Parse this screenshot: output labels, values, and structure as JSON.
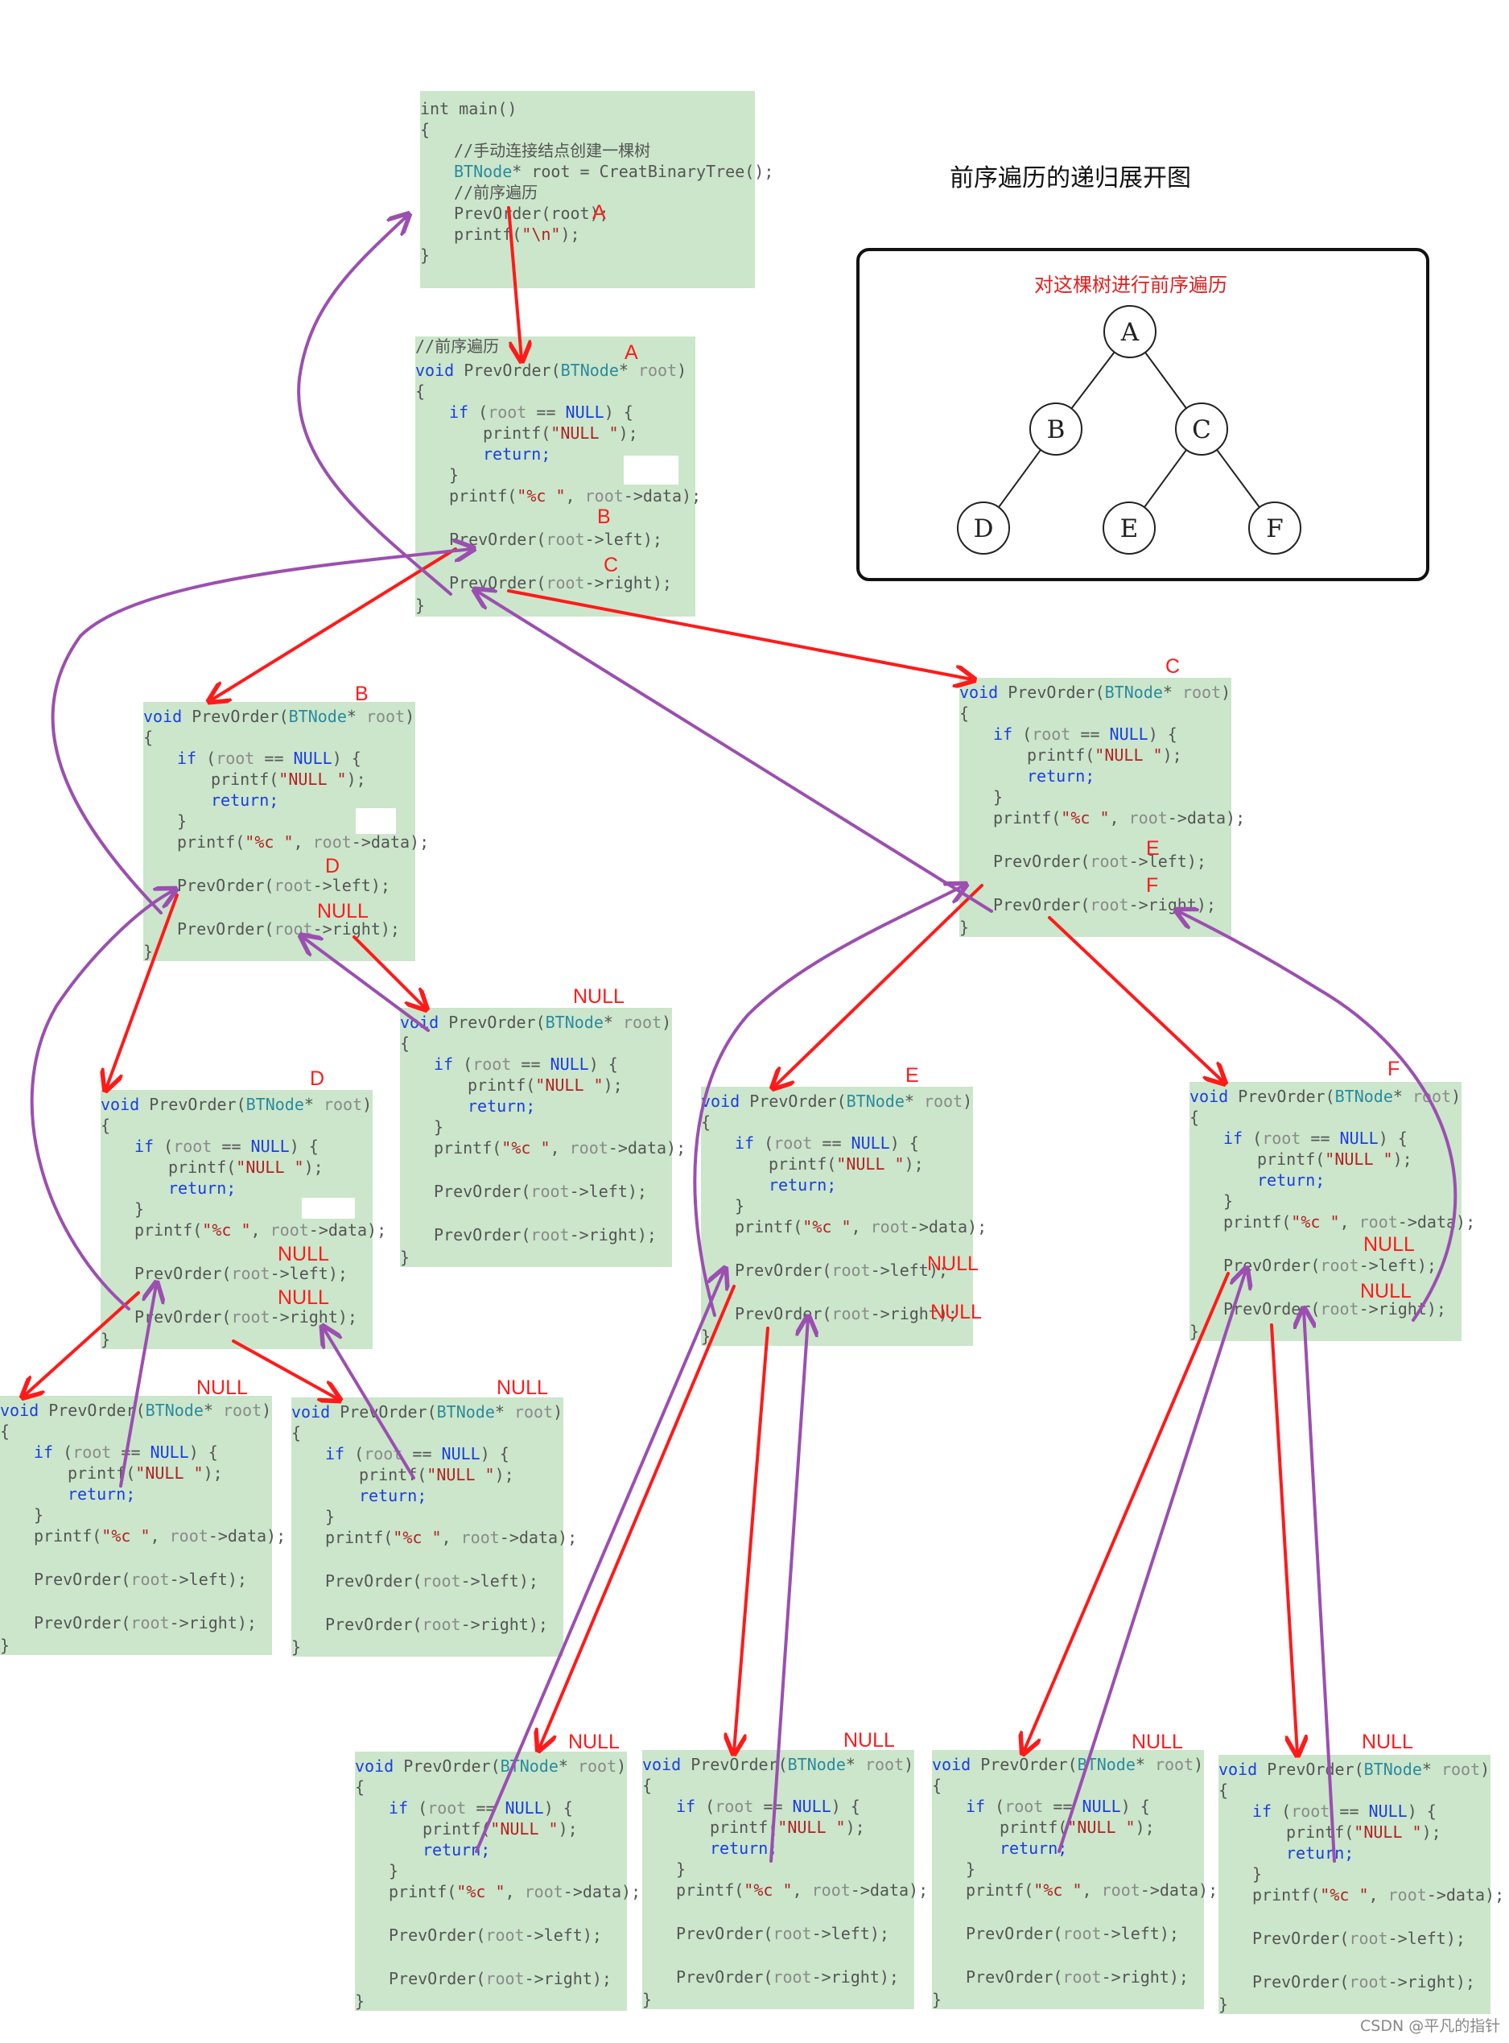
{
  "title": "前序遍历的递归展开图",
  "tree": {
    "caption": "对这棵树进行前序遍历",
    "nodes": [
      "A",
      "B",
      "C",
      "D",
      "E",
      "F"
    ],
    "edges": [
      [
        "A",
        "B"
      ],
      [
        "A",
        "C"
      ],
      [
        "B",
        "D"
      ],
      [
        "C",
        "E"
      ],
      [
        "C",
        "F"
      ]
    ]
  },
  "main_code": {
    "l1": "int main()",
    "l2": "{",
    "l3": "//手动连接结点创建一棵树",
    "l4a": "BTNode",
    "l4b": "* root = CreatBinaryTree();",
    "l5": "//前序遍历",
    "l6": "PrevOrder(root);",
    "l7a": "printf(",
    "l7b": "\"\\n\"",
    "l7c": ");",
    "l8": "}"
  },
  "func": {
    "comment": "//前序遍历",
    "sig_kw": "void",
    "sig_name": " PrevOrder(",
    "sig_type": "BTNode",
    "sig_star": "* ",
    "sig_param": "root",
    "sig_close": ")",
    "open": "{",
    "if_kw": "if",
    "if_a": " (",
    "if_root": "root",
    "if_b": " == ",
    "if_null": "NULL",
    "if_c": ") {",
    "printf_a": "printf(",
    "printf_str": "\"NULL \"",
    "printf_b": ");",
    "ret": "return;",
    "close_if": "}",
    "data_a": "printf(",
    "data_str": "\"%c \"",
    "data_b": ", ",
    "data_root": "root",
    "data_c": "->data);",
    "left_a": "PrevOrder(",
    "left_root": "root",
    "left_b": "->left);",
    "right_a": "PrevOrder(",
    "right_root": "root",
    "right_b": "->right);",
    "close": "}"
  },
  "labels": {
    "a_main": "A",
    "a_top": "A",
    "b_call": "B",
    "c_call": "C",
    "b_top": "B",
    "c_top": "C",
    "d_call": "D",
    "null_b_right": "NULL",
    "null_top1": "NULL",
    "e_call": "E",
    "f_call": "F",
    "d_top": "D",
    "e_top": "E",
    "f_top": "F",
    "null_d_left": "NULL",
    "null_d_right": "NULL",
    "null_e_left": "NULL",
    "null_e_right": "NULL",
    "null_f_left": "NULL",
    "null_f_right": "NULL",
    "null_top2": "NULL",
    "null_top3": "NULL",
    "null_top4": "NULL",
    "null_top5": "NULL",
    "null_top6": "NULL",
    "null_top7": "NULL"
  },
  "colors": {
    "call_arrow": "#ff1a1a",
    "return_arrow": "#9b4fb0",
    "code_bg": "#cbe6cb",
    "label": "#ff1a1a"
  },
  "footer": "CSDN @平凡的指针"
}
